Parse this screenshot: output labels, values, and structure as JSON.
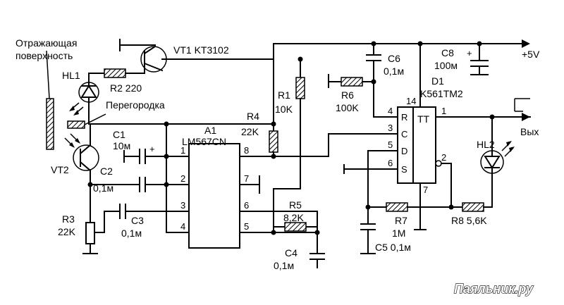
{
  "labels": {
    "reflect1": "Отражающая",
    "reflect2": "поверхность",
    "hl1": "HL1",
    "partition": "Перегородка",
    "vt2": "VT2",
    "r2": "R2 220",
    "vt1": "VT1 KT3102",
    "r3a": "R3",
    "r3b": "22K",
    "c1a": "C1",
    "c1b": "10м",
    "c2a": "C2",
    "c2b": "0,1м",
    "c3a": "C3",
    "c3b": "0,1м",
    "a1a": "A1",
    "a1b": "LM567CN",
    "r4a": "R4",
    "r4b": "22K",
    "r1a": "R1",
    "r1b": "10K",
    "r5a": "R5",
    "r5b": "8,2K",
    "c4a": "C4",
    "c4b": "0,1м",
    "c6a": "C6",
    "c6b": "0,1м",
    "r6a": "R6",
    "r6b": "100K",
    "c8a": "C8",
    "c8b": "100м",
    "plus5": "+5V",
    "d1a": "D1",
    "d1b": "K561TM2",
    "tt": "TT",
    "vyh": "Вых",
    "hl2": "HL2",
    "r7a": "R7",
    "r7b": "1M",
    "c5": "C5 0,1м",
    "r8": "R8 5,6K",
    "watermark": "Паяльник.ру",
    "plus": "+",
    "plus2": "+"
  },
  "pins": {
    "p1": "1",
    "p2": "2",
    "p3": "3",
    "p4": "4",
    "p5": "5",
    "p6": "6",
    "p7": "7",
    "p8": "8",
    "d14": "14",
    "d4": "4",
    "d3": "3",
    "d5": "5",
    "d6": "6",
    "d1": "1",
    "d2": "2",
    "d7": "7",
    "r": "R",
    "c": "C",
    "d": "D",
    "s": "S"
  }
}
